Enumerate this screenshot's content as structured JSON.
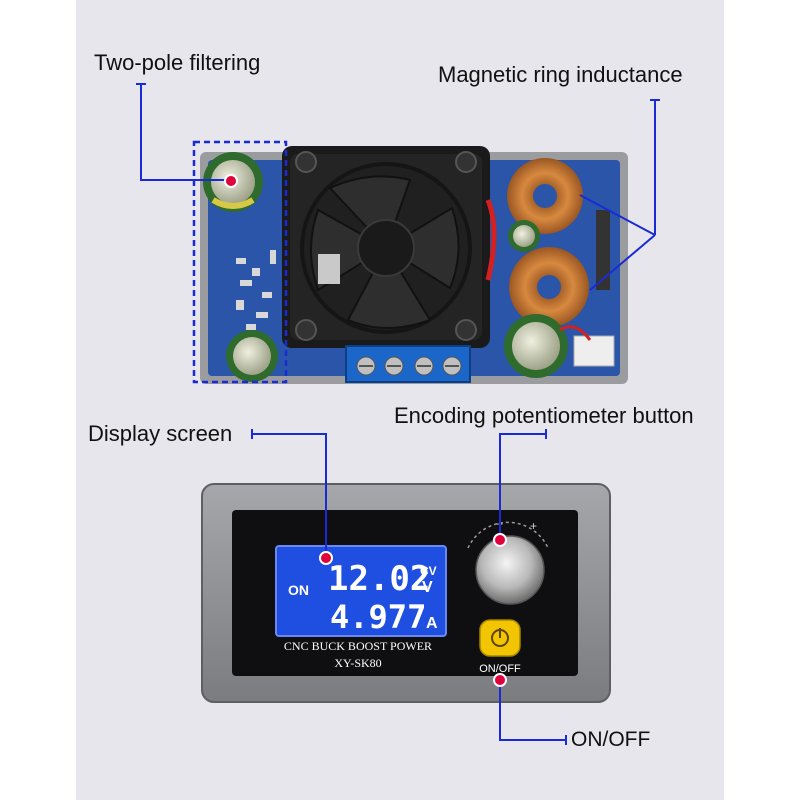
{
  "labels": {
    "two_pole": "Two-pole filtering",
    "magnetic": "Magnetic ring inductance",
    "display": "Display screen",
    "encoder": "Encoding potentiometer button",
    "onoff": "ON/OFF"
  },
  "lcd": {
    "on": "ON",
    "voltage": "12.02",
    "voltage_unit": "V",
    "mode": "CV",
    "current": "4.977",
    "current_unit": "A"
  },
  "panel_text": {
    "line1": "CNC BUCK BOOST POWER",
    "line2": "XY-SK80",
    "button_label": "ON/OFF",
    "knob_minus": "−",
    "knob_plus": "+"
  },
  "colors": {
    "callout_line": "#1a2bd6",
    "marker": "#e0003c",
    "lcd_bg": "#1e4fe0",
    "lcd_text": "#ffffff",
    "button": "#f2c500",
    "pcb": "#2a55a8",
    "case": "#8a8c90"
  }
}
